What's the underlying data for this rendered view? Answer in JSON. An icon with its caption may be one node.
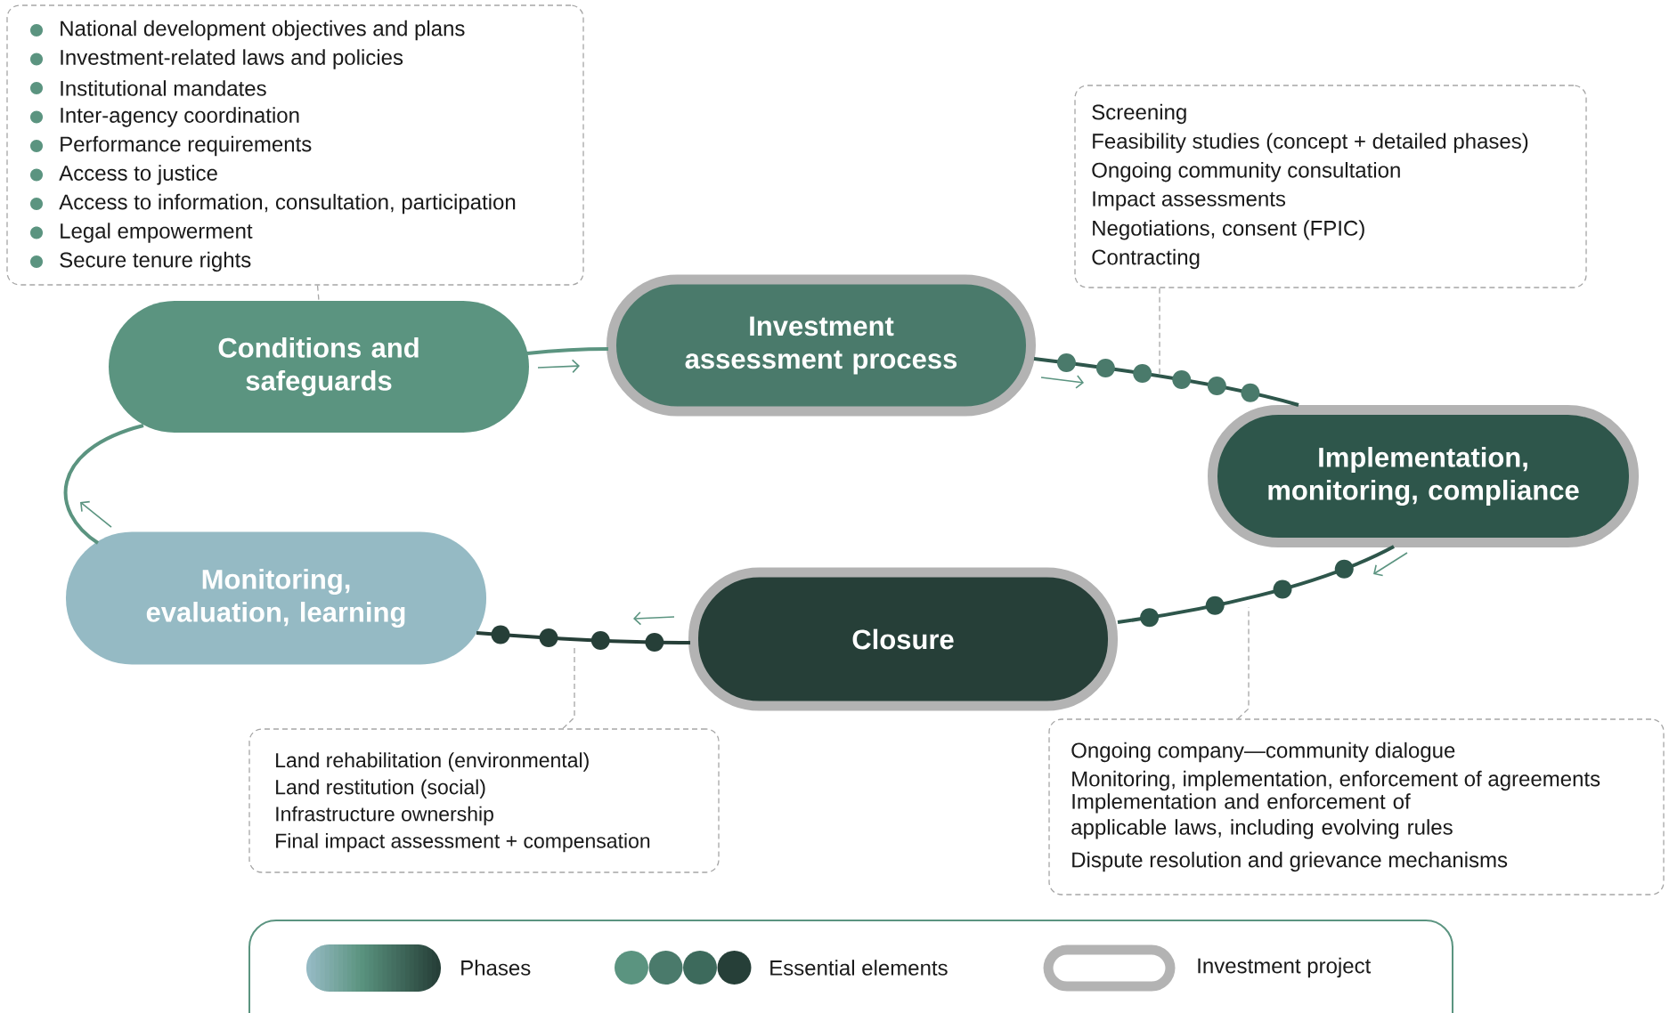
{
  "diagram": {
    "nodes": [
      {
        "text": [
          "National development objectives and plans",
          "Investment-related laws and policies",
          "Institutional mandates",
          "Inter-agency coordination",
          "Performance requirements",
          "Access to justice",
          "Access to information, consultation, participation",
          "Legal empowerment",
          "Secure tenure rights"
        ]
      },
      {
        "text": [
          "Conditions and safeguards"
        ]
      },
      {
        "text": [
          "Investment assessment process"
        ]
      },
      {
        "text": [
          "Screening",
          "Feasibility studies (concept + detailed phases)",
          "Ongoing community consultation",
          "Impact assessments",
          "Negotiations, consent (FPIC)",
          "Contracting"
        ]
      },
      {
        "text": [
          "Implementation, monitoring, compliance"
        ]
      },
      {
        "text": [
          "Closure"
        ]
      },
      {
        "text": [
          "Monitoring, evaluation, learning"
        ]
      },
      {
        "text": [
          "Land rehabilitation (environmental)",
          "Land restitution (social)",
          "Infrastructure ownership",
          "Final impact assessment + compensation"
        ]
      },
      {
        "text": [
          "Ongoing company—community dialogue",
          "Monitoring, implementation, enforcement of agreements",
          "Implementation and enforcement of applicable laws, including evolving rules",
          "Dispute resolution and grievance mechanisms"
        ]
      }
    ],
    "edges": [
      {
        "from": 1,
        "to": 2,
        "arrow": "none",
        "color": "#5b9480"
      },
      {
        "from": 2,
        "to": 4,
        "arrow": "none",
        "color": "#2e564b"
      },
      {
        "from": 4,
        "to": 5,
        "arrow": "none",
        "color": "#2e564b"
      },
      {
        "from": 5,
        "to": 6,
        "arrow": "none",
        "color": "#263f38"
      },
      {
        "from": 6,
        "to": 1,
        "arrow": "none",
        "color": "#5b9480"
      },
      {
        "from": 0,
        "to": 1,
        "arrow": "none",
        "style": "dashed",
        "color": "#a6a6a6"
      },
      {
        "from": 3,
        "to": null,
        "arrow": "none",
        "style": "dashed",
        "color": "#a6a6a6"
      },
      {
        "from": 8,
        "to": null,
        "arrow": "none",
        "style": "dashed",
        "color": "#a6a6a6"
      },
      {
        "from": 7,
        "to": null,
        "arrow": "none",
        "style": "dashed",
        "color": "#a6a6a6"
      }
    ],
    "legend": [
      {
        "text": "Phases"
      },
      {
        "text": "Essential elements"
      },
      {
        "text": "Investment project"
      }
    ]
  }
}
